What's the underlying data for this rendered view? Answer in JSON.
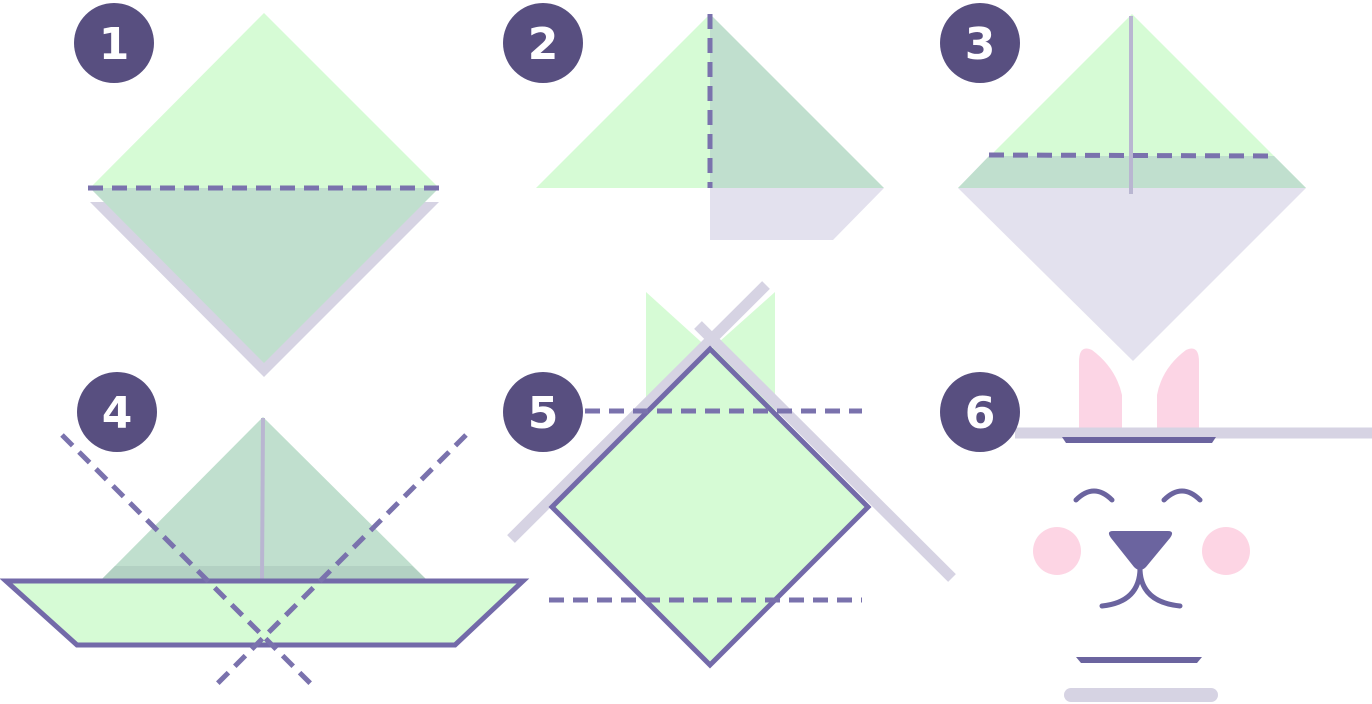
{
  "colors": {
    "paper_green": "#d6fbd5",
    "fold_green": "#c0dfce",
    "paper_back": "#e3e1ee",
    "shadow": "#d6d3e3",
    "crease": "#7a72ad",
    "badge": "#584f80",
    "outline": "#736aa9",
    "ear_pink": "#fcd5e5",
    "cheek_pink": "#fdd5e4",
    "face_line": "#6b649f"
  },
  "steps": [
    {
      "number": "1"
    },
    {
      "number": "2"
    },
    {
      "number": "3"
    },
    {
      "number": "4"
    },
    {
      "number": "5"
    },
    {
      "number": "6"
    }
  ]
}
